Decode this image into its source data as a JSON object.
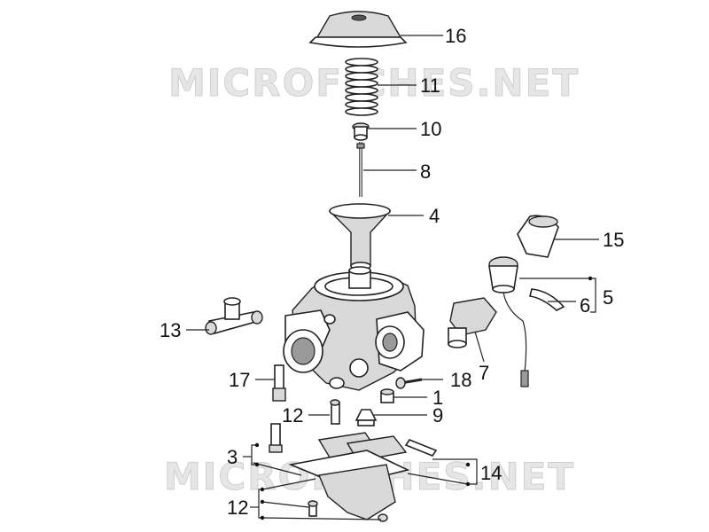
{
  "watermark_text": "MICROFICHES.NET",
  "callouts": [
    {
      "id": "c16",
      "label": "16"
    },
    {
      "id": "c11",
      "label": "11"
    },
    {
      "id": "c10",
      "label": "10"
    },
    {
      "id": "c8",
      "label": "8"
    },
    {
      "id": "c4",
      "label": "4"
    },
    {
      "id": "c15",
      "label": "15"
    },
    {
      "id": "c5",
      "label": "5"
    },
    {
      "id": "c6",
      "label": "6"
    },
    {
      "id": "c7",
      "label": "7"
    },
    {
      "id": "c13",
      "label": "13"
    },
    {
      "id": "c17",
      "label": "17"
    },
    {
      "id": "c18",
      "label": "18"
    },
    {
      "id": "c1",
      "label": "1"
    },
    {
      "id": "c12a",
      "label": "12"
    },
    {
      "id": "c9",
      "label": "9"
    },
    {
      "id": "c3",
      "label": "3"
    },
    {
      "id": "c14",
      "label": "14"
    },
    {
      "id": "c12b",
      "label": "12"
    }
  ]
}
